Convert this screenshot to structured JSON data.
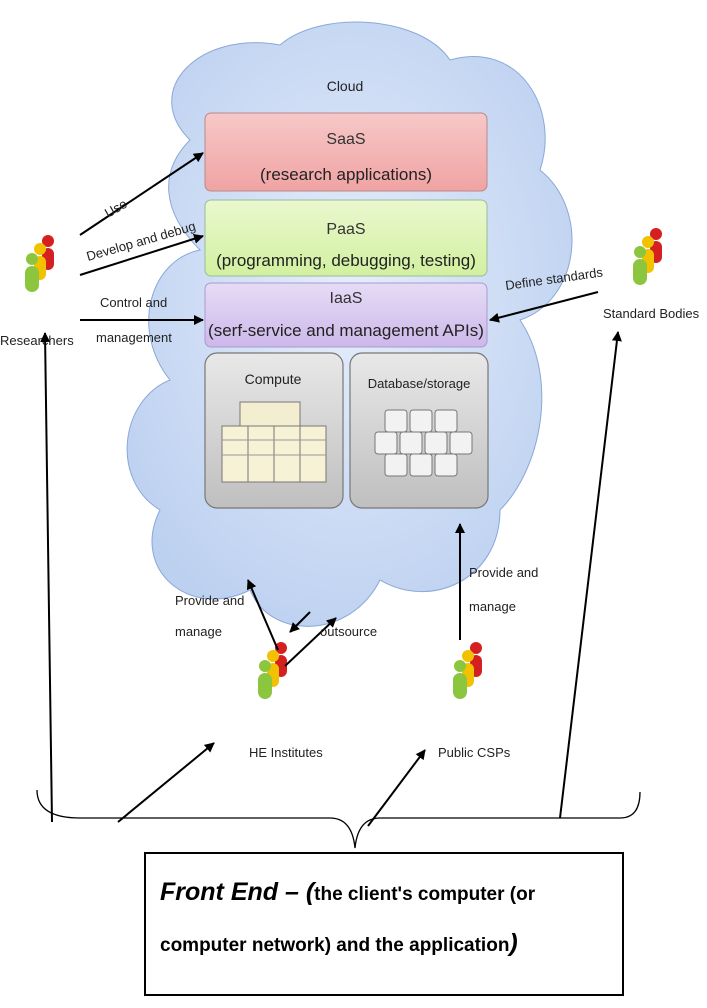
{
  "cloud": {
    "title": "Cloud",
    "saas": {
      "title": "SaaS",
      "subtitle": "(research applications)"
    },
    "paas": {
      "title": "PaaS",
      "subtitle": "(programming, debugging, testing)"
    },
    "iaas": {
      "title": "IaaS",
      "subtitle": "(serf-service and management APIs)"
    },
    "compute": "Compute",
    "storage": "Database/storage"
  },
  "actors": {
    "researchers": "Researchers",
    "standard_bodies": "Standard Bodies",
    "he_institutes": "HE Institutes",
    "public_csps": "Public CSPs"
  },
  "edges": {
    "use": "Use",
    "develop": "Develop and debug",
    "control_1": "Control and",
    "control_2": "management",
    "define": "Define standards",
    "provide_he_1": "Provide and",
    "provide_he_2": "manage",
    "outsource": "outsource",
    "provide_csp_1": "Provide and",
    "provide_csp_2": "manage"
  },
  "caption": {
    "part1": "Front End – (",
    "part2": "the client's computer (or computer network) and the application",
    "part3": ")"
  }
}
